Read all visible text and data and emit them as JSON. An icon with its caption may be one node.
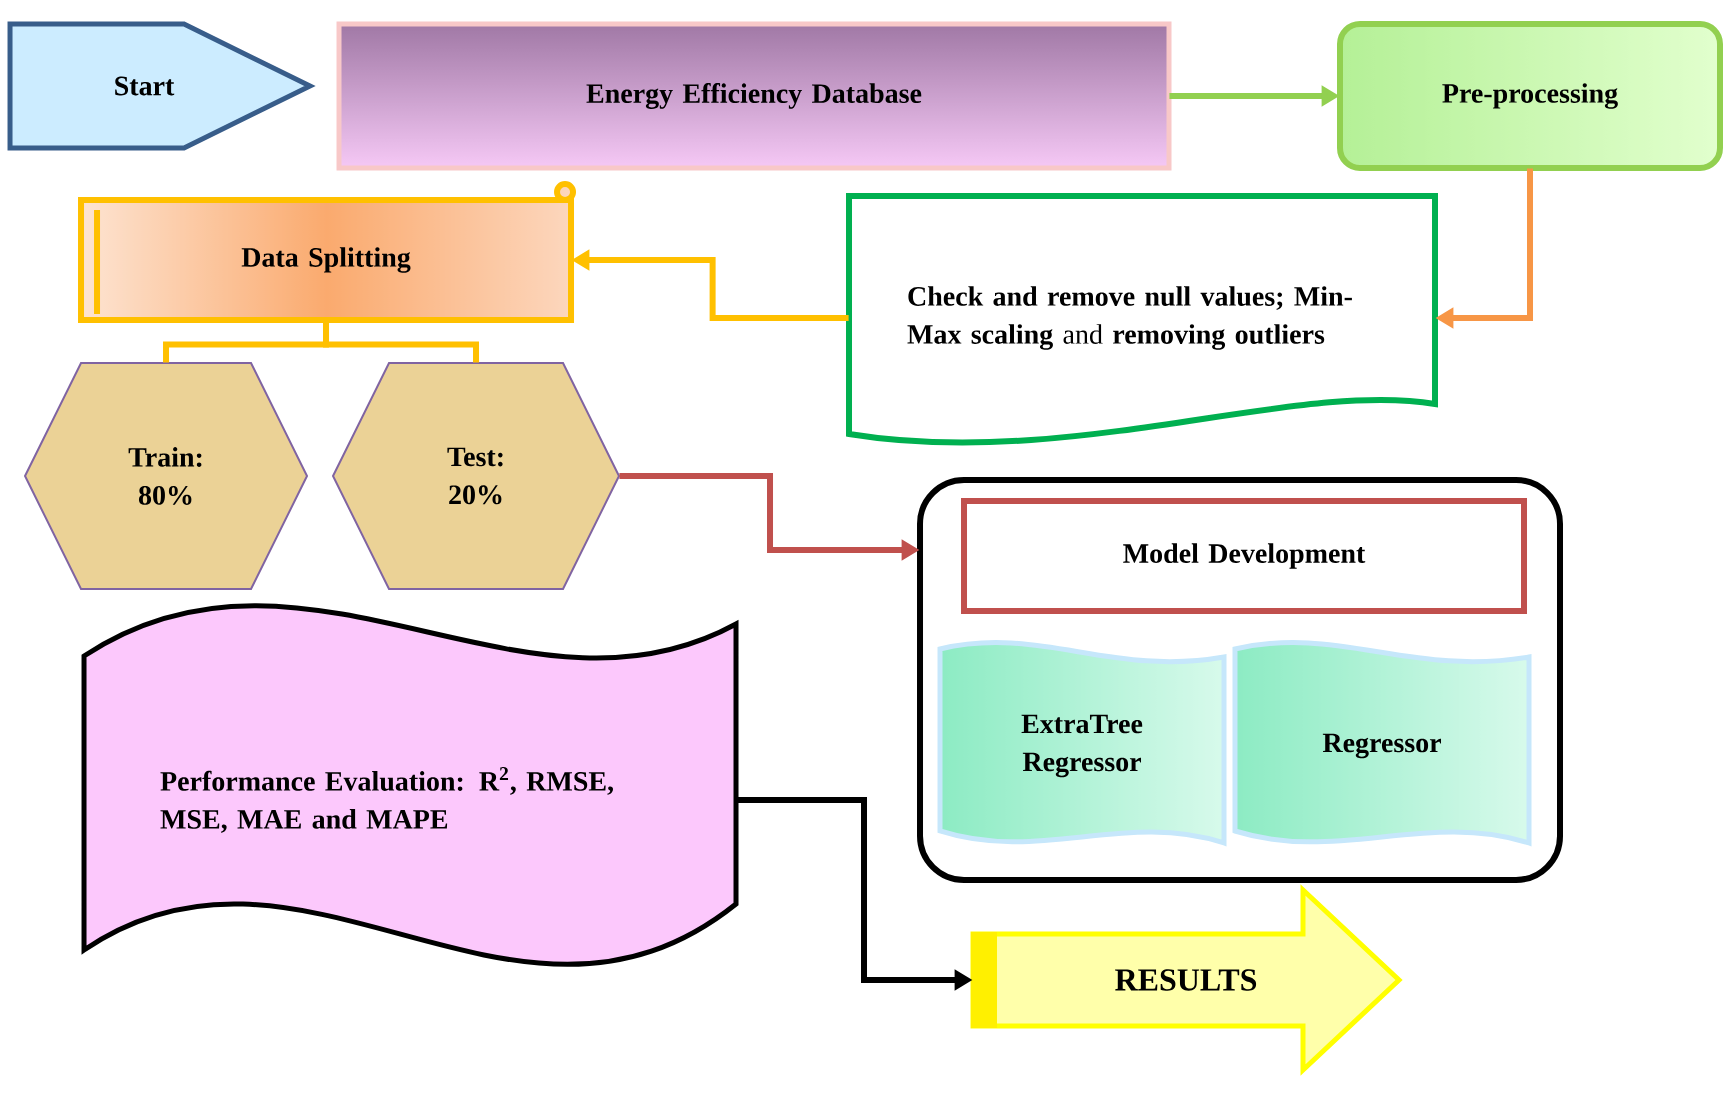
{
  "diagram": {
    "nodes": [
      {
        "text": [
          "Start"
        ]
      },
      {
        "text": [
          "Energy Efficiency Database"
        ]
      },
      {
        "text": [
          "Pre-processing"
        ]
      },
      {
        "text": [
          "**Check and remove null values; Min-Max scaling** and **removing outliers**"
        ]
      },
      {
        "text": [
          "Data Splitting"
        ]
      },
      {
        "text": [
          "Train: 80%"
        ]
      },
      {
        "text": [
          "Test: 20%"
        ]
      },
      {
        "text": [],
        "shape": "box"
      },
      {
        "text": [
          "Model Development"
        ],
        "in": 7
      },
      {
        "text": [
          "ExtraTree Regressor"
        ],
        "in": 7
      },
      {
        "text": [
          "Regressor"
        ],
        "in": 7
      },
      {
        "text": [
          "Performance Evaluation: R$^{2}$, RMSE, MSE, MAE and MAPE"
        ]
      },
      {
        "text": [
          "RESULTS"
        ]
      }
    ],
    "edges": [
      {
        "from": 1,
        "to": 2,
        "arrow": "to",
        "color": "#92d050"
      },
      {
        "from": 2,
        "to": 3,
        "arrow": "to",
        "color": "#f79646"
      },
      {
        "from": 3,
        "to": 4,
        "arrow": "to",
        "color": "#ffc000"
      },
      {
        "from": 4,
        "to": 5,
        "arrow": "none",
        "color": "#ffc000"
      },
      {
        "from": 4,
        "to": 6,
        "arrow": "none",
        "color": "#ffc000"
      },
      {
        "from": 6,
        "to": 7,
        "arrow": "to",
        "color": "#c0504d"
      },
      {
        "from": 11,
        "to": 12,
        "arrow": "to",
        "color": "#000000"
      }
    ]
  }
}
